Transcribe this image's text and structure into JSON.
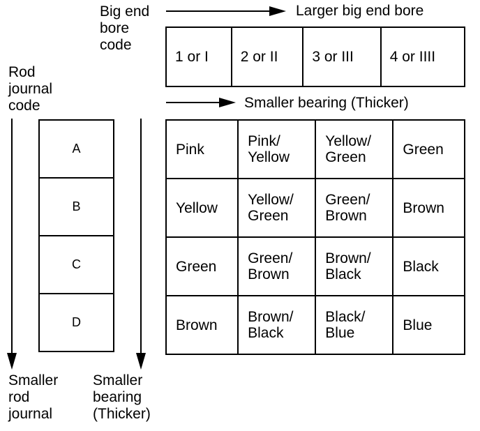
{
  "labels": {
    "big_end_bore_code": "Big end\nbore\ncode",
    "larger_bore": "Larger big end bore",
    "rod_journal_code": "Rod\njournal\ncode",
    "smaller_bearing_top": "Smaller bearing (Thicker)",
    "smaller_rod_journal": "Smaller\nrod\njournal",
    "smaller_bearing_bottom": "Smaller\nbearing\n(Thicker)"
  },
  "bore_codes": [
    "1 or I",
    "2 or II",
    "3 or III",
    "4 or IIII"
  ],
  "journal_codes": [
    "A",
    "B",
    "C",
    "D"
  ],
  "bearing_colors": [
    [
      "Pink",
      "Pink/\nYellow",
      "Yellow/\nGreen",
      "Green"
    ],
    [
      "Yellow",
      "Yellow/\nGreen",
      "Green/\nBrown",
      "Brown"
    ],
    [
      "Green",
      "Green/\nBrown",
      "Brown/\nBlack",
      "Black"
    ],
    [
      "Brown",
      "Brown/\nBlack",
      "Black/\nBlue",
      "Blue"
    ]
  ]
}
